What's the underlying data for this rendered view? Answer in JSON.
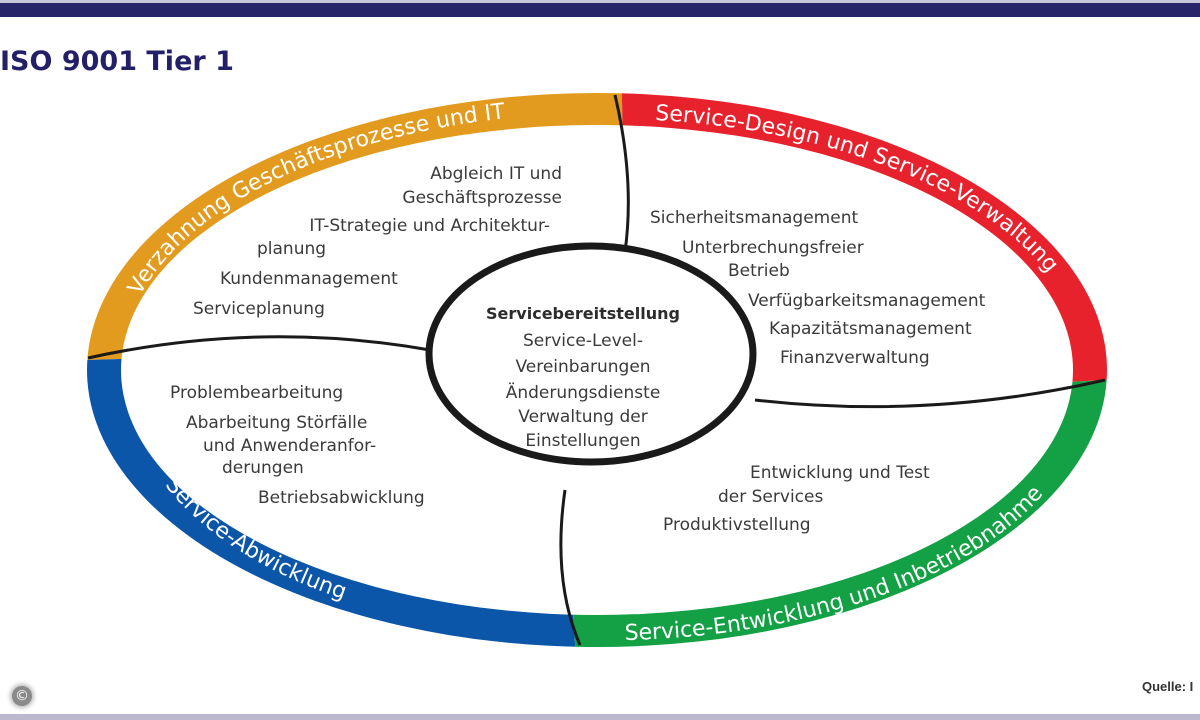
{
  "title": "ISO 9001 Tier 1",
  "source_label": "Quelle: I",
  "copyright_icon": "copyright-icon",
  "colors": {
    "header_bar": "#28246a",
    "title": "#232068",
    "ring_orange": "#e29b1f",
    "ring_red": "#e8222d",
    "ring_blue": "#0b56a8",
    "ring_green": "#14a044",
    "divider": "#1a1a1a"
  },
  "segments": {
    "top_left": {
      "label": "Verzahnung Geschäftsprozesse und IT",
      "items": [
        "Abgleich IT und",
        "Geschäftsprozesse",
        "IT-Strategie und Architektur-",
        "planung",
        "Kundenmanagement",
        "Serviceplanung"
      ]
    },
    "top_right": {
      "label": "Service-Design und Service-Verwaltung",
      "items": [
        "Sicherheitsmanagement",
        "Unterbrechungsfreier",
        "Betrieb",
        "Verfügbarkeitsmanagement",
        "Kapazitätsmanagement",
        "Finanzverwaltung"
      ]
    },
    "bottom_left": {
      "label": "Service-Abwicklung",
      "items": [
        "Problembearbeitung",
        "Abarbeitung Störfälle",
        "und Anwenderanfor-",
        "derungen",
        "Betriebsabwicklung"
      ]
    },
    "bottom_right": {
      "label": "Service-Entwicklung und Inbetriebnahme",
      "items": [
        "Entwicklung und Test",
        "der Services",
        "Produktivstellung"
      ]
    }
  },
  "center": {
    "heading": "Servicebereitstellung",
    "items": [
      "Service-Level-",
      "Vereinbarungen",
      "Änderungsdienste",
      "Verwaltung der",
      "Einstellungen"
    ]
  }
}
